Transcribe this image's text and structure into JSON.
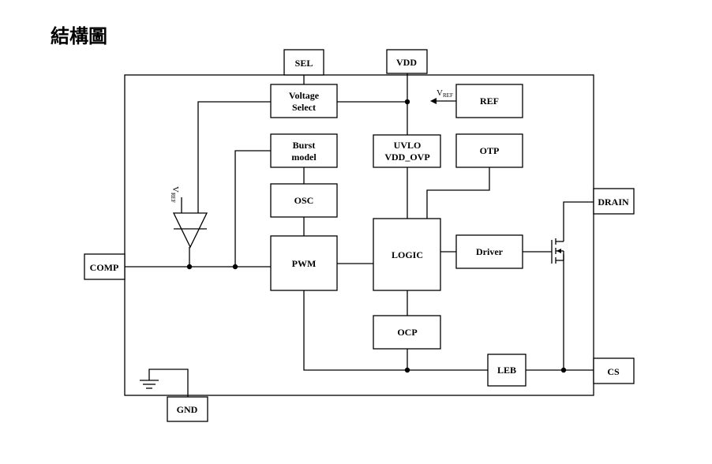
{
  "title": "結構圖",
  "pins": {
    "sel": "SEL",
    "vdd": "VDD",
    "comp": "COMP",
    "drain": "DRAIN",
    "cs": "CS",
    "gnd": "GND"
  },
  "blocks": {
    "voltage_select": [
      "Voltage",
      "Select"
    ],
    "burst_model": [
      "Burst",
      "model"
    ],
    "osc": "OSC",
    "pwm": "PWM",
    "uvlo": [
      "UVLO",
      "VDD_OVP"
    ],
    "logic": "LOGIC",
    "ocp": "OCP",
    "ref": "REF",
    "otp": "OTP",
    "driver": "Driver",
    "leb": "LEB"
  },
  "labels": {
    "vref_main": "V",
    "vref_sub": "REF"
  }
}
